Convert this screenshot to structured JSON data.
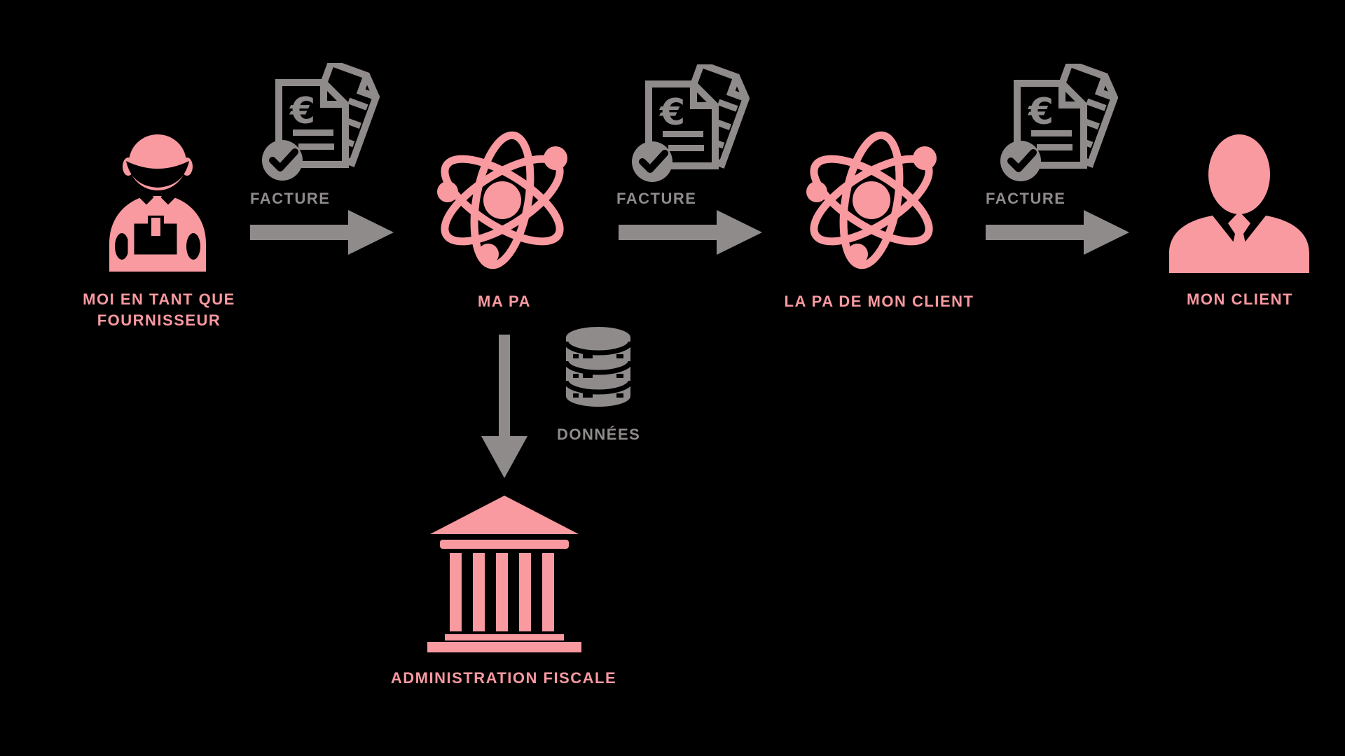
{
  "colors": {
    "background": "#000000",
    "pink": "#F999A0",
    "gray": "#908B8B"
  },
  "nodes": {
    "supplier": {
      "label_line1": "MOI EN TANT QUE",
      "label_line2": "FOURNISSEUR"
    },
    "ma_pa": {
      "label": "MA PA"
    },
    "client_pa": {
      "label": "LA PA DE MON CLIENT"
    },
    "client": {
      "label": "MON CLIENT"
    },
    "tax_administration": {
      "label": "ADMINISTRATION FISCALE"
    }
  },
  "flows": {
    "invoice_1": {
      "label": "FACTURE"
    },
    "invoice_2": {
      "label": "FACTURE"
    },
    "invoice_3": {
      "label": "FACTURE"
    },
    "data": {
      "label": "DONNÉES"
    }
  }
}
